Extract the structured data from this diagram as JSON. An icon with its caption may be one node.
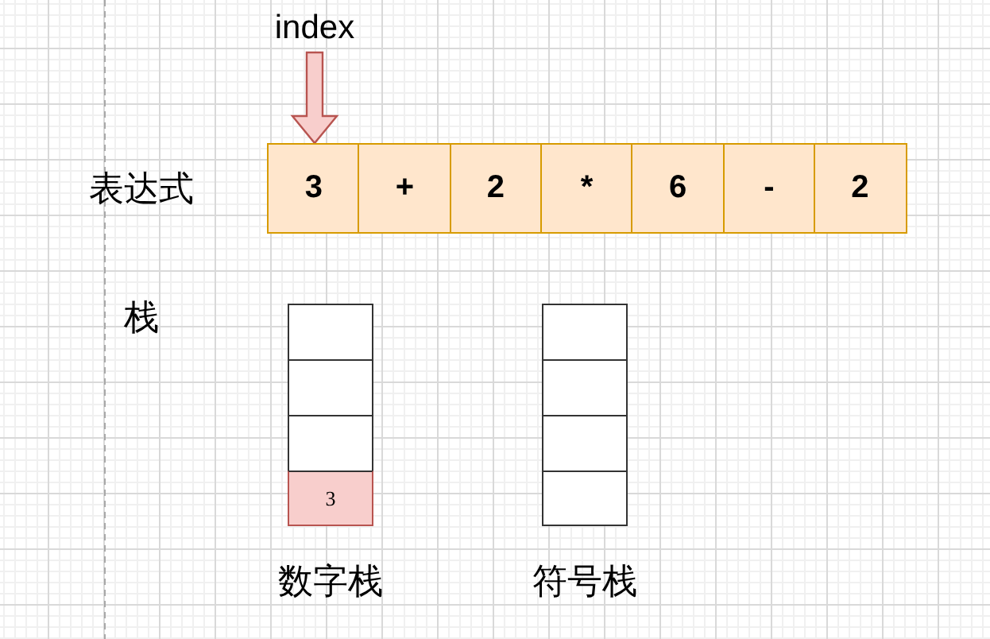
{
  "diagram": {
    "nodes": [
      {
        "text": [
          "index"
        ]
      },
      {
        "text": [
          "3"
        ]
      },
      {
        "text": [
          "+"
        ]
      },
      {
        "text": [
          "2"
        ]
      },
      {
        "text": [
          "*"
        ]
      },
      {
        "text": [
          "6"
        ]
      },
      {
        "text": [
          "-"
        ]
      },
      {
        "text": [
          "2"
        ]
      },
      {
        "text": [
          "数字栈"
        ]
      },
      {
        "text": [],
        "shape": "box",
        "in": 8
      },
      {
        "text": [],
        "shape": "box",
        "in": 8
      },
      {
        "text": [],
        "shape": "box",
        "in": 8
      },
      {
        "text": [
          "3"
        ],
        "in": 8
      },
      {
        "text": [
          "符号栈"
        ]
      },
      {
        "text": [],
        "shape": "box",
        "in": 13
      },
      {
        "text": [],
        "shape": "box",
        "in": 13
      },
      {
        "text": [],
        "shape": "box",
        "in": 13
      },
      {
        "text": [],
        "shape": "box",
        "in": 13
      }
    ],
    "edges": [
      {
        "from": 0,
        "to": 1,
        "arrow": "to"
      }
    ],
    "labels": [
      "表达式",
      "栈"
    ]
  }
}
